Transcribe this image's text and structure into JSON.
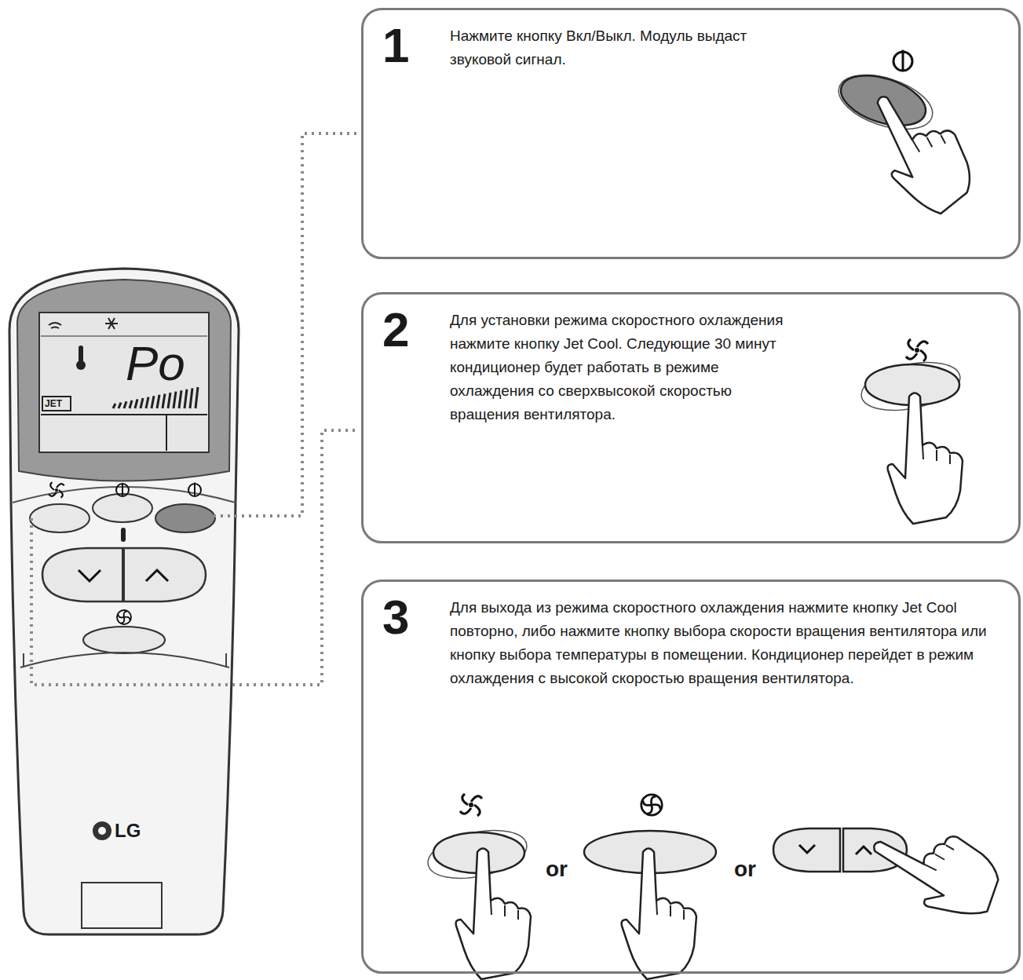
{
  "diagram": {
    "nodes": [
      {
        "text": [
          "1",
          "Нажмите кнопку Вкл/Выкл. Модуль выдаст звуковой сигнал."
        ]
      },
      {
        "text": [
          "2",
          "Для установки режима скоростного охлаждения нажмите кнопку Jet Cool. Следующие 30 минут кондиционер будет работать в режиме охлаждения со сверхвысокой скоростью вращения вентилятора."
        ]
      },
      {
        "text": [
          "3",
          "Для выхода из режима скоростного охлаждения нажмите кнопку Jet Cool повторно, либо нажмите кнопку выбора скорости вращения вентилятора или кнопку выбора температуры в помещении. Кондиционер перейдет в режим охлаждения с высокой скоростью вращения вентилятора.",
          "or",
          "or"
        ]
      }
    ],
    "labels": [
      "Po",
      "JET",
      "LG"
    ]
  }
}
